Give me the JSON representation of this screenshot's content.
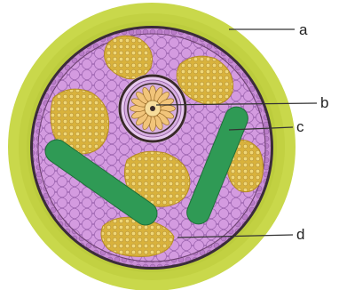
{
  "labels": {
    "a": "a",
    "b": "b",
    "c": "c",
    "d": "d"
  },
  "colors": {
    "outer_layer": "#c9d84b",
    "outer_layer_inner": "#b6c936",
    "cortex": "#c98fd6",
    "cell_outline": "#a26ab5",
    "endodermis_ring": "#5a3a55",
    "yellow_patch": "#d9b23c",
    "yellow_cell": "#f0d777",
    "green_rod": "#2f9a55",
    "center_petal": "#f1c47a",
    "center_dark": "#3a2a2a"
  }
}
